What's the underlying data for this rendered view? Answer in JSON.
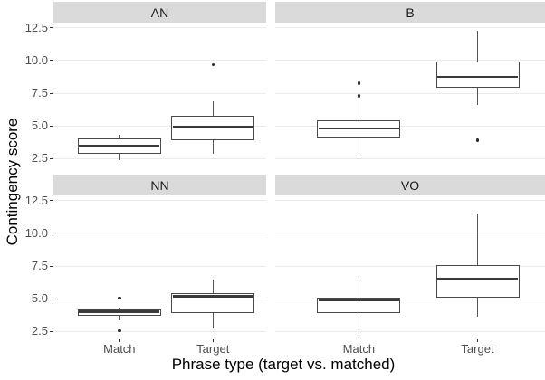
{
  "chart_data": {
    "type": "boxplot",
    "title": "",
    "xlabel": "Phrase type (target vs. matched)",
    "ylabel": "Contingency score",
    "x_categories": [
      "Match",
      "Target"
    ],
    "ylim": [
      1.9,
      12.9
    ],
    "y_gridlines": [
      2.5,
      5.0,
      7.5,
      10.0,
      12.5
    ],
    "y_tick_labels": [
      "2.5",
      "5.0",
      "7.5",
      "10.0",
      "12.5"
    ],
    "grid": "major-horizontal-only",
    "legend": "none",
    "facet_layout": "2x2",
    "facets": [
      {
        "label": "AN",
        "boxes": [
          {
            "category": "Match",
            "whisker_low": 2.4,
            "q1": 2.9,
            "median": 3.45,
            "q3": 4.05,
            "whisker_high": 4.3,
            "outliers": []
          },
          {
            "category": "Target",
            "whisker_low": 2.85,
            "q1": 3.9,
            "median": 4.9,
            "q3": 5.8,
            "whisker_high": 6.9,
            "outliers": [
              9.7
            ]
          }
        ]
      },
      {
        "label": "B",
        "boxes": [
          {
            "category": "Match",
            "whisker_low": 2.6,
            "q1": 4.1,
            "median": 4.8,
            "q3": 5.4,
            "whisker_high": 7.0,
            "outliers": [
              7.3,
              8.25
            ]
          },
          {
            "category": "Target",
            "whisker_low": 6.6,
            "q1": 7.9,
            "median": 8.75,
            "q3": 9.9,
            "whisker_high": 12.3,
            "outliers": [
              3.9
            ]
          }
        ]
      },
      {
        "label": "NN",
        "boxes": [
          {
            "category": "Match",
            "whisker_low": 3.35,
            "q1": 3.7,
            "median": 4.0,
            "q3": 4.2,
            "whisker_high": 4.3,
            "outliers": [
              5.05,
              2.55
            ]
          },
          {
            "category": "Target",
            "whisker_low": 2.7,
            "q1": 3.9,
            "median": 5.2,
            "q3": 5.4,
            "whisker_high": 6.5,
            "outliers": []
          }
        ]
      },
      {
        "label": "VO",
        "boxes": [
          {
            "category": "Match",
            "whisker_low": 2.7,
            "q1": 3.9,
            "median": 4.9,
            "q3": 5.05,
            "whisker_high": 6.6,
            "outliers": []
          },
          {
            "category": "Target",
            "whisker_low": 3.6,
            "q1": 5.1,
            "median": 6.5,
            "q3": 7.6,
            "whisker_high": 11.5,
            "outliers": []
          }
        ]
      }
    ]
  },
  "colors": {
    "background": "#FFFFFF",
    "strip_background": "#DADADA",
    "strip_text": "#1A1A1A",
    "gridline": "#EBEBEB",
    "box_border": "#4A4A4A",
    "median": "#3A3A3A",
    "whisker": "#555555",
    "outlier": "#2B2B2B",
    "tick_mark": "#333333",
    "tick_label": "#4D4D4D",
    "axis_title": "#000000"
  }
}
